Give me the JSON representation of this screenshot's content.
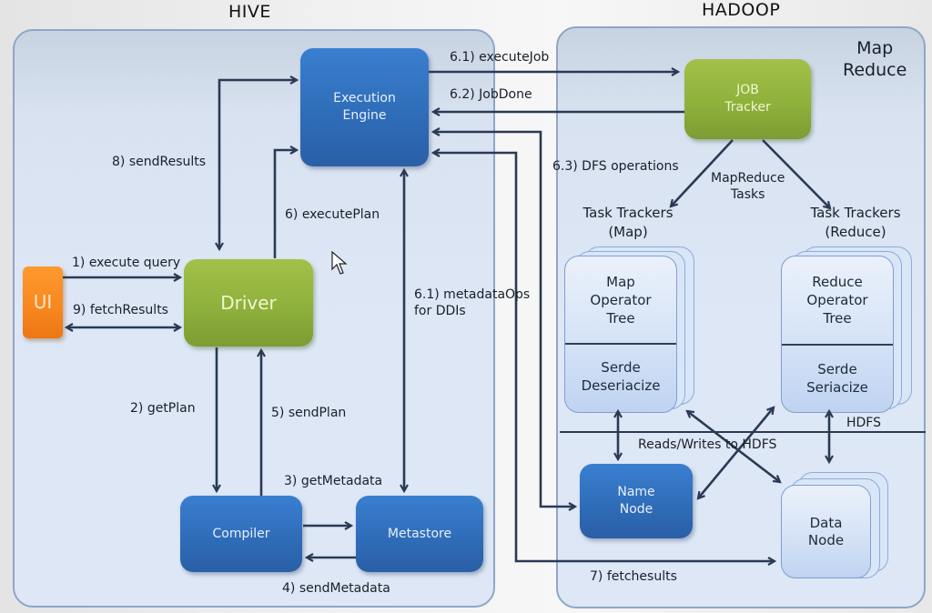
{
  "sections": {
    "hive": "HIVE",
    "hadoop": "HADOOP",
    "mapreduce": "Map\nReduce",
    "hdfs": "HDFS"
  },
  "nodes": {
    "ui": "UI",
    "driver": "Driver",
    "execution_engine": "Execution\nEngine",
    "compiler": "Compiler",
    "metastore": "Metastore",
    "job_tracker": "JOB\nTracker",
    "task_trackers_map": "Task Trackers\n(Map)",
    "task_trackers_reduce": "Task Trackers\n(Reduce)",
    "map_operator_tree": "Map\nOperator\nTree",
    "map_serde": "Serde\nDeseriacize",
    "reduce_operator_tree": "Reduce\nOperator\nTree",
    "reduce_serde": "Serde\nSeriacize",
    "name_node": "Name\nNode",
    "data_node": "Data\nNode"
  },
  "edges": [
    {
      "id": "e1",
      "label": "1) execute query",
      "from": "ui",
      "to": "driver"
    },
    {
      "id": "e2",
      "label": "2) getPlan",
      "from": "driver",
      "to": "compiler"
    },
    {
      "id": "e3",
      "label": "3) getMetadata",
      "from": "compiler",
      "to": "metastore"
    },
    {
      "id": "e4",
      "label": "4) sendMetadata",
      "from": "metastore",
      "to": "compiler"
    },
    {
      "id": "e5",
      "label": "5) sendPlan",
      "from": "compiler",
      "to": "driver"
    },
    {
      "id": "e6",
      "label": "6) executePlan",
      "from": "driver",
      "to": "execution_engine"
    },
    {
      "id": "e6_1_job",
      "label": "6.1) executeJob",
      "from": "execution_engine",
      "to": "job_tracker"
    },
    {
      "id": "e6_2",
      "label": "6.2) JobDone",
      "from": "job_tracker",
      "to": "execution_engine"
    },
    {
      "id": "e6_3",
      "label": "6.3) DFS operations",
      "from": "name_node",
      "to": "execution_engine"
    },
    {
      "id": "e6_1_meta",
      "label": "6.1)  metadataOps\nfor DDIs",
      "from": "execution_engine",
      "to": "metastore"
    },
    {
      "id": "e7",
      "label": "7)  fetchesults",
      "from": "execution_engine",
      "to": "data_node"
    },
    {
      "id": "e8",
      "label": "8) sendResults",
      "from": "execution_engine",
      "to": "driver"
    },
    {
      "id": "e9",
      "label": "9) fetchResults",
      "from": "driver",
      "to": "ui"
    },
    {
      "id": "emr",
      "label": "MapReduce\nTasks",
      "from": "job_tracker",
      "to": "task_trackers"
    },
    {
      "id": "erw",
      "label": "Reads/Writes to HDFS",
      "from": "task_trackers",
      "to": "hdfs"
    }
  ]
}
